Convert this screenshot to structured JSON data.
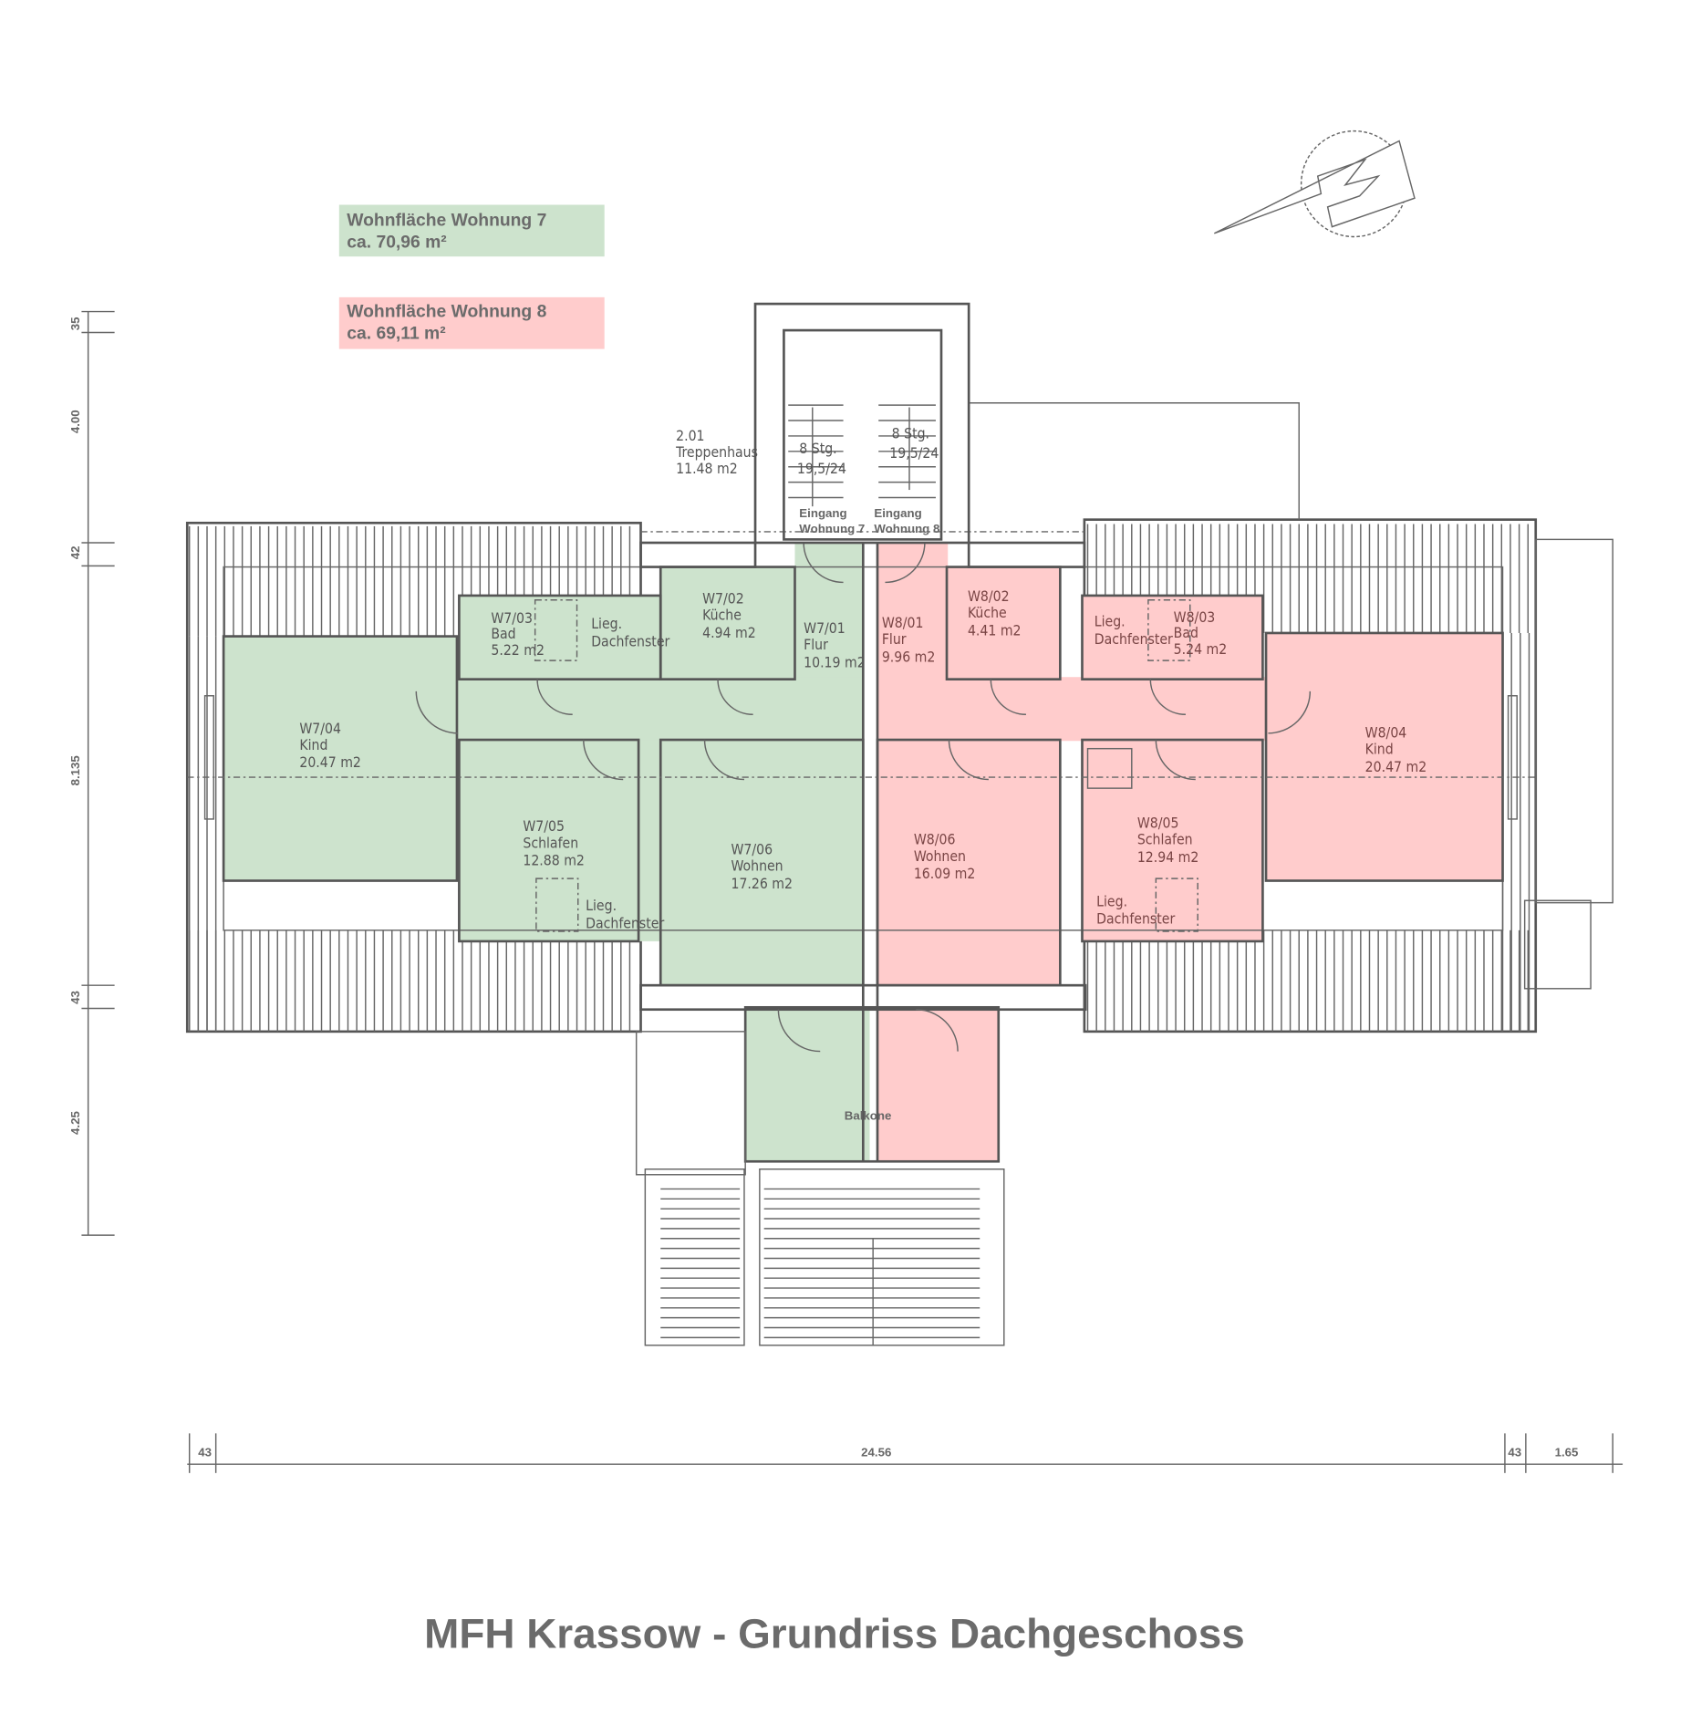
{
  "title": "MFH Krassow - Grundriss Dachgeschoss",
  "colors": {
    "wohnung7": "#cde3cd",
    "wohnung8": "#ffcccc",
    "line": "#555555",
    "text": "#6b6b6b"
  },
  "legend": [
    {
      "line1": "Wohnfläche Wohnung 7",
      "line2": "ca. 70,96 m²"
    },
    {
      "line1": "Wohnfläche Wohnung 8",
      "line2": "ca. 69,11 m²"
    }
  ],
  "stairwell": {
    "id": "2.01",
    "name": "Treppenhaus",
    "area": "11.48  m2",
    "flight_left": [
      "8 Stg.",
      "19,5/24"
    ],
    "flight_right": [
      "8 Stg.",
      "19,5/24"
    ],
    "entrance7": [
      "Eingang",
      "Wohnung 7"
    ],
    "entrance8": [
      "Eingang",
      "Wohnung 8"
    ]
  },
  "rooms7": [
    {
      "id": "W7/01",
      "name": "Flur",
      "area": "10.19  m2"
    },
    {
      "id": "W7/02",
      "name": "Küche",
      "area": "4.94  m2"
    },
    {
      "id": "W7/03",
      "name": "Bad",
      "area": "5.22  m2"
    },
    {
      "id": "W7/04",
      "name": "Kind",
      "area": "20.47  m2"
    },
    {
      "id": "W7/05",
      "name": "Schlafen",
      "area": "12.88  m2"
    },
    {
      "id": "W7/06",
      "name": "Wohnen",
      "area": "17.26  m2"
    }
  ],
  "rooms8": [
    {
      "id": "W8/01",
      "name": "Flur",
      "area": "9.96  m2"
    },
    {
      "id": "W8/02",
      "name": "Küche",
      "area": "4.41  m2"
    },
    {
      "id": "W8/03",
      "name": "Bad",
      "area": "5.24  m2"
    },
    {
      "id": "W8/04",
      "name": "Kind",
      "area": "20.47  m2"
    },
    {
      "id": "W8/05",
      "name": "Schlafen",
      "area": "12.94  m2"
    },
    {
      "id": "W8/06",
      "name": "Wohnen",
      "area": "16.09  m2"
    }
  ],
  "skylight_label": [
    "Lieg.",
    "Dachfenster"
  ],
  "balcony_label": "Balkone",
  "dimensions": {
    "vertical": [
      "35",
      "4.00",
      "42",
      "8.135",
      "43",
      "4.25"
    ],
    "horizontal": [
      "43",
      "24.56",
      "43",
      "1.65"
    ]
  }
}
